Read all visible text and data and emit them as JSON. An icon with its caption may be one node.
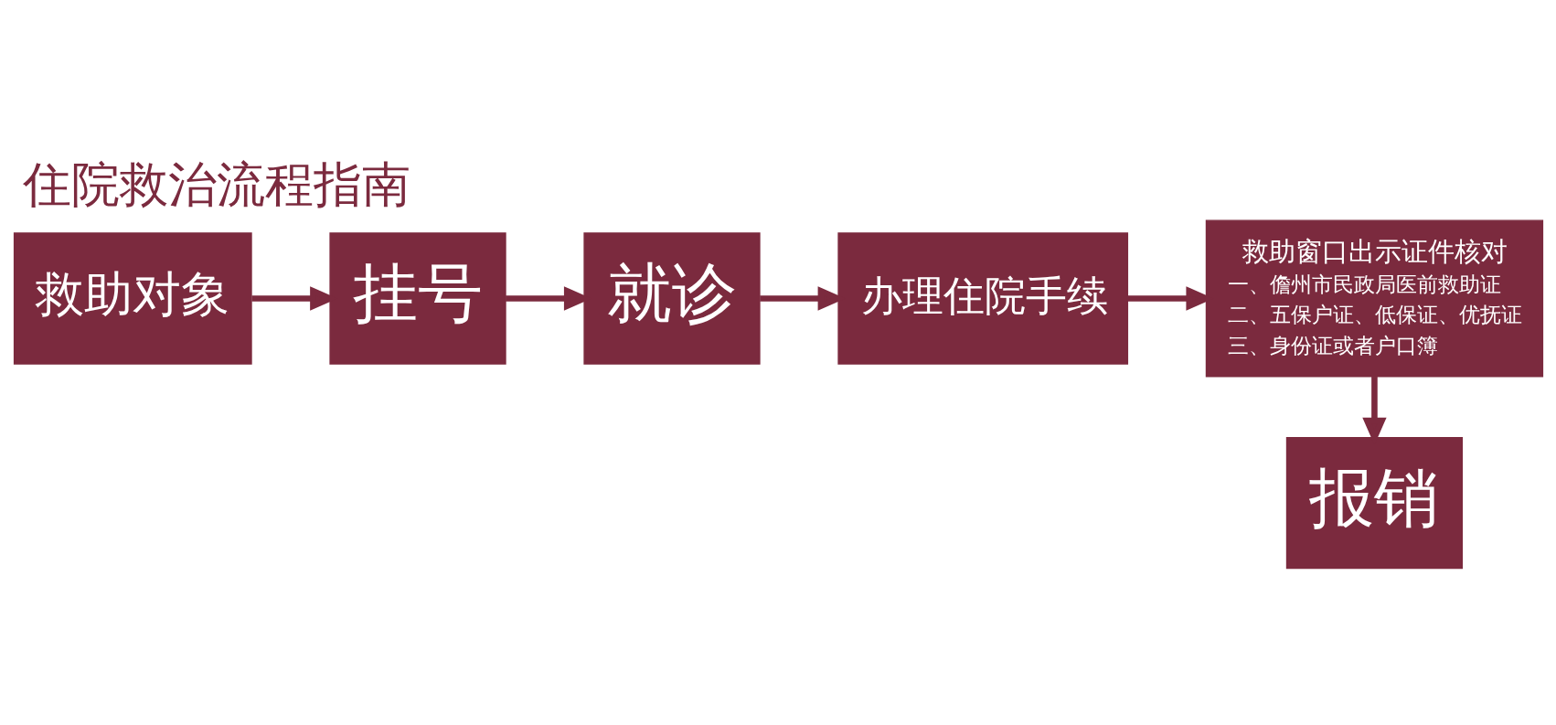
{
  "diagram": {
    "title": "住院救治流程指南",
    "nodes": [
      {
        "text": [
          "救助对象"
        ]
      },
      {
        "text": [
          "挂号"
        ]
      },
      {
        "text": [
          "就诊"
        ]
      },
      {
        "text": [
          "办理住院手续"
        ]
      },
      {
        "text": [
          "救助窗口出示证件核对",
          "一、儋州市民政局医前救助证",
          "二、五保户证、低保证、优抚证",
          "三、身份证或者户口簿"
        ]
      },
      {
        "text": [
          "报销"
        ]
      }
    ],
    "edges": [
      {
        "from": 0,
        "to": 1,
        "arrow": "to"
      },
      {
        "from": 1,
        "to": 2,
        "arrow": "to"
      },
      {
        "from": 2,
        "to": 3,
        "arrow": "to"
      },
      {
        "from": 3,
        "to": 4,
        "arrow": "to"
      },
      {
        "from": 4,
        "to": 5,
        "arrow": "to"
      }
    ]
  }
}
